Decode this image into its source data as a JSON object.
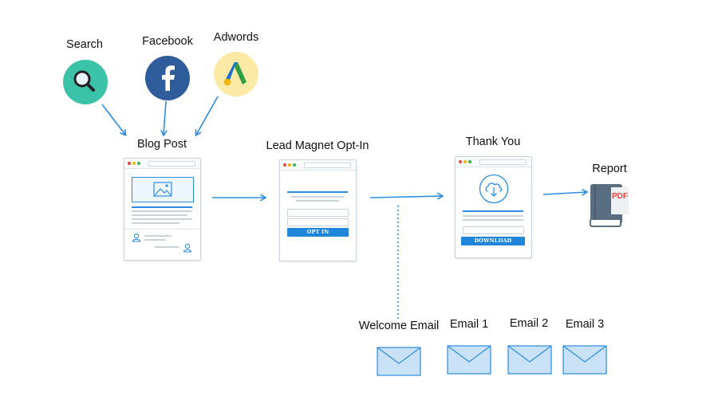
{
  "sources": {
    "search": "Search",
    "facebook": "Facebook",
    "adwords": "Adwords"
  },
  "steps": {
    "blog_post": "Blog Post",
    "lead_magnet": "Lead Magnet Opt-In",
    "thank_you": "Thank You",
    "report": "Report"
  },
  "buttons": {
    "opt_in": "OPT IN",
    "download": "DOWNLOAD"
  },
  "report_badge": "PDF",
  "emails": [
    "Welcome Email",
    "Email 1",
    "Email 2",
    "Email 3"
  ],
  "colors": {
    "arrow": "#2c8de0",
    "search_bg": "#3cc2a9",
    "facebook_bg": "#2f5d9c",
    "adwords_bg": "#fbe9a6",
    "envelope_fill": "#c9e2f7",
    "envelope_stroke": "#2c8de0",
    "book": "#5a6e82",
    "pdf_red": "#e2473b"
  },
  "icons": {
    "search": "magnifier-icon",
    "facebook": "facebook-f-icon",
    "adwords": "adwords-logo-icon",
    "report": "pdf-book-icon",
    "email": "envelope-icon"
  }
}
